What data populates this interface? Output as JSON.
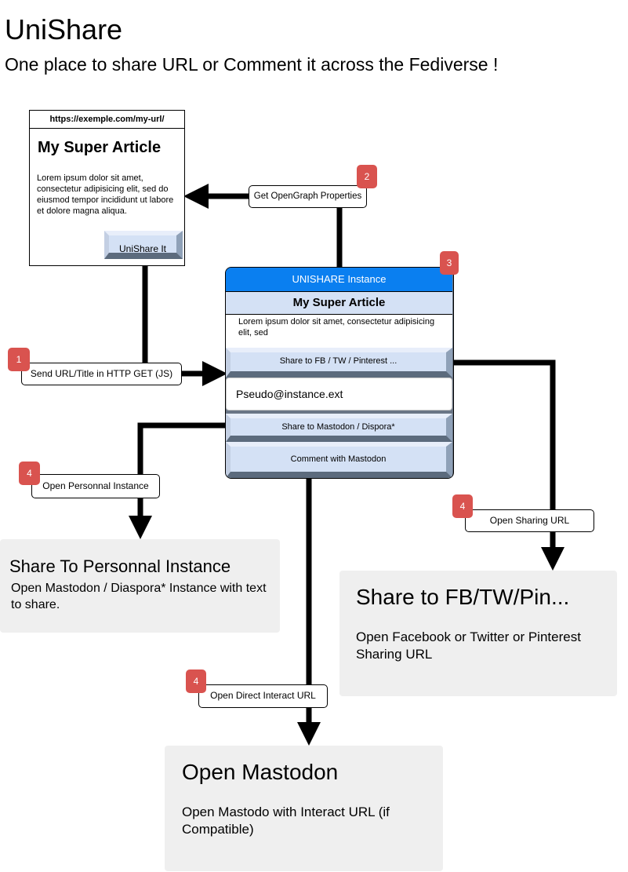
{
  "header": {
    "title": "UniShare",
    "subtitle": "One place to share URL or Comment it across the Fediverse !"
  },
  "article": {
    "url": "https://exemple.com/my-url/",
    "title": "My Super Article",
    "body": "Lorem ipsum dolor sit amet, consectetur adipisicing elit, sed do eiusmod tempor incididunt ut labore et dolore magna aliqua.",
    "button_label": "UniShare It"
  },
  "steps": {
    "get_og": {
      "badge": "2",
      "label": "Get OpenGraph Properties"
    },
    "send_url": {
      "badge": "1",
      "label": "Send URL/Title in HTTP GET (JS)"
    },
    "instance_badge": "3",
    "open_personnal": {
      "badge": "4",
      "label": "Open Personnal Instance"
    },
    "open_sharing": {
      "badge": "4",
      "label": "Open Sharing URL"
    },
    "open_direct": {
      "badge": "4",
      "label": "Open Direct Interact URL"
    }
  },
  "instance": {
    "header": "UNISHARE Instance",
    "title": "My Super Article",
    "description": "Lorem ipsum dolor sit amet, consectetur adipisicing elit, sed",
    "share_fb_label": "Share to FB / TW / Pinterest ...",
    "pseudo_value": "Pseudo@instance.ext",
    "share_masto_label": "Share to Mastodon / Dispora*",
    "comment_label": "Comment with Mastodon"
  },
  "results": {
    "personnal": {
      "title": "Share To Personnal Instance",
      "desc": "Open Mastodon / Diaspora* Instance with text to share."
    },
    "fb": {
      "title": "Share to FB/TW/Pin...",
      "desc": "Open Facebook or Twitter or Pinterest Sharing URL"
    },
    "masto": {
      "title": "Open Mastodon",
      "desc": "Open Mastodo with Interact URL (if Compatible)"
    }
  },
  "colors": {
    "instance_header": "#0a7ff0",
    "badge": "#d9534f",
    "button_face": "#d4e1f5",
    "result_bg": "#efefef"
  }
}
